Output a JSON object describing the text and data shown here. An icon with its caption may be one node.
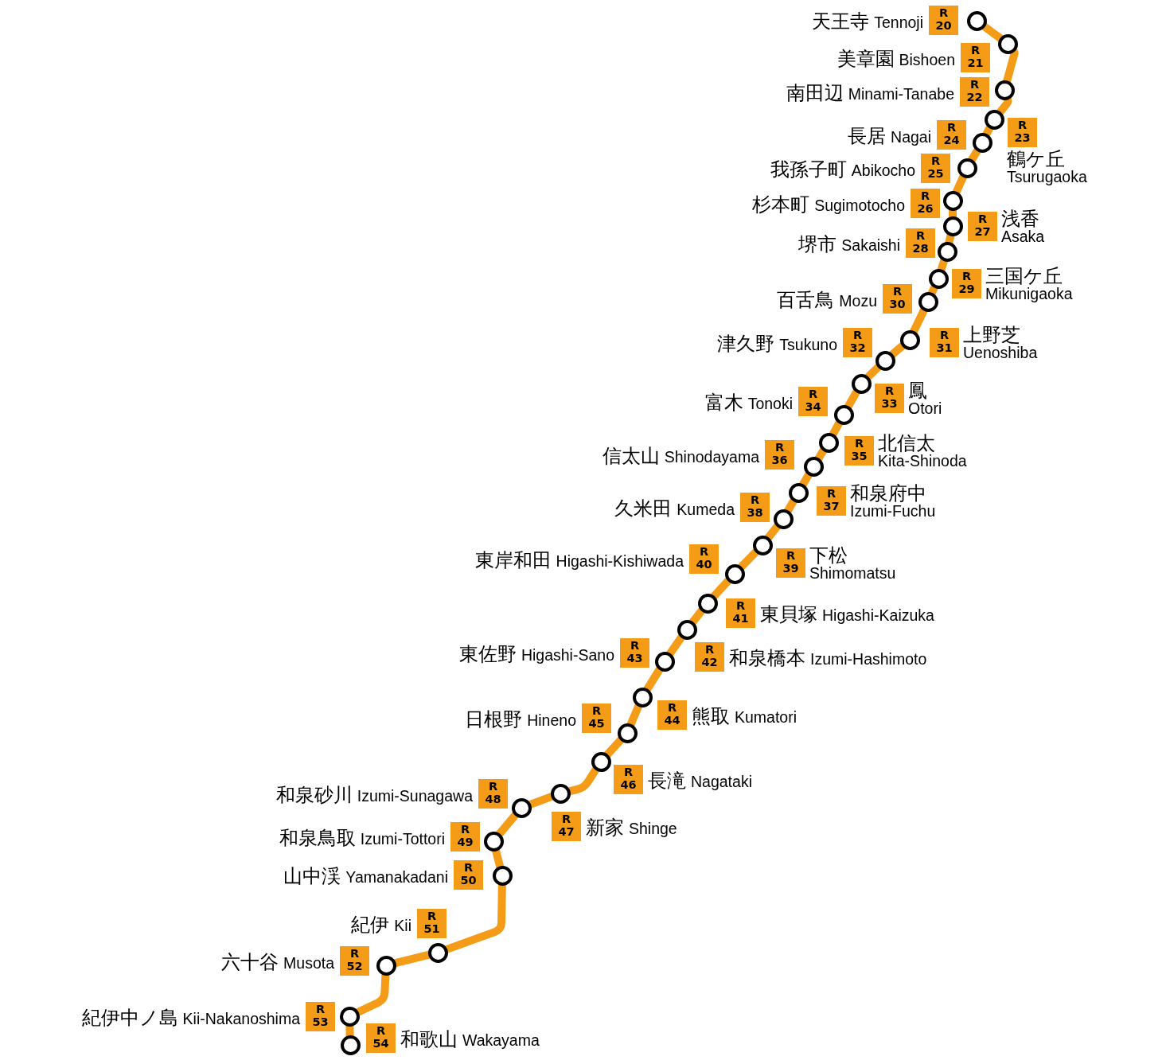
{
  "diagram": {
    "nodes": [
      {
        "text": [],
        "shape": "circle"
      },
      {
        "text": [
          "R 20"
        ],
        "beside": [
          "天王寺",
          "Tennoji"
        ]
      },
      {
        "text": [],
        "shape": "circle"
      },
      {
        "text": [
          "R 21"
        ],
        "beside": [
          "美章園",
          "Bishoen"
        ]
      },
      {
        "text": [],
        "shape": "circle"
      },
      {
        "text": [
          "R 22"
        ],
        "beside": [
          "南田辺",
          "Minami-Tanabe"
        ]
      },
      {
        "text": [],
        "shape": "circle"
      },
      {
        "text": [
          "R 23"
        ],
        "beside": [
          "鶴ケ丘",
          "Tsurugaoka"
        ]
      },
      {
        "text": [],
        "shape": "circle"
      },
      {
        "text": [
          "R 24"
        ],
        "beside": [
          "長居",
          "Nagai"
        ]
      },
      {
        "text": [],
        "shape": "circle"
      },
      {
        "text": [
          "R 25"
        ],
        "beside": [
          "我孫子町",
          "Abikocho"
        ]
      },
      {
        "text": [],
        "shape": "circle"
      },
      {
        "text": [
          "R 26"
        ],
        "beside": [
          "杉本町",
          "Sugimotocho"
        ]
      },
      {
        "text": [],
        "shape": "circle"
      },
      {
        "text": [
          "R 27"
        ],
        "beside": [
          "浅香",
          "Asaka"
        ]
      },
      {
        "text": [],
        "shape": "circle"
      },
      {
        "text": [
          "R 28"
        ],
        "beside": [
          "堺市",
          "Sakaishi"
        ]
      },
      {
        "text": [],
        "shape": "circle"
      },
      {
        "text": [
          "R 29"
        ],
        "beside": [
          "三国ケ丘",
          "Mikunigaoka"
        ]
      },
      {
        "text": [],
        "shape": "circle"
      },
      {
        "text": [
          "R 30"
        ],
        "beside": [
          "百舌鳥",
          "Mozu"
        ]
      },
      {
        "text": [],
        "shape": "circle"
      },
      {
        "text": [
          "R 31"
        ],
        "beside": [
          "上野芝",
          "Uenoshiba"
        ]
      },
      {
        "text": [],
        "shape": "circle"
      },
      {
        "text": [
          "R 32"
        ],
        "beside": [
          "津久野",
          "Tsukuno"
        ]
      },
      {
        "text": [],
        "shape": "circle"
      },
      {
        "text": [
          "R 33"
        ],
        "beside": [
          "鳳",
          "Otori"
        ]
      },
      {
        "text": [],
        "shape": "circle"
      },
      {
        "text": [
          "R 34"
        ],
        "beside": [
          "富木",
          "Tonoki"
        ]
      },
      {
        "text": [],
        "shape": "circle"
      },
      {
        "text": [
          "R 35"
        ],
        "beside": [
          "北信太",
          "Kita-Shinoda"
        ]
      },
      {
        "text": [],
        "shape": "circle"
      },
      {
        "text": [
          "R 36"
        ],
        "beside": [
          "信太山",
          "Shinodayama"
        ]
      },
      {
        "text": [],
        "shape": "circle"
      },
      {
        "text": [
          "R 37"
        ],
        "beside": [
          "和泉府中",
          "Izumi-Fuchu"
        ]
      },
      {
        "text": [],
        "shape": "circle"
      },
      {
        "text": [
          "R 38"
        ],
        "beside": [
          "久米田",
          "Kumeda"
        ]
      },
      {
        "text": [],
        "shape": "circle"
      },
      {
        "text": [
          "R 39"
        ],
        "beside": [
          "下松",
          "Shimomatsu"
        ]
      },
      {
        "text": [],
        "shape": "circle"
      },
      {
        "text": [
          "R 40"
        ],
        "beside": [
          "東岸和田",
          "Higashi-Kishiwada"
        ]
      },
      {
        "text": [],
        "shape": "circle"
      },
      {
        "text": [
          "R 41"
        ],
        "beside": [
          "東貝塚",
          "Higashi-Kaizuka"
        ]
      },
      {
        "text": [],
        "shape": "circle"
      },
      {
        "text": [
          "R 42"
        ],
        "beside": [
          "和泉橋本",
          "Izumi-Hashimoto"
        ]
      },
      {
        "text": [],
        "shape": "circle"
      },
      {
        "text": [
          "R 43"
        ],
        "beside": [
          "東佐野",
          "Higashi-Sano"
        ]
      },
      {
        "text": [],
        "shape": "circle"
      },
      {
        "text": [
          "R 44"
        ],
        "beside": [
          "熊取",
          "Kumatori"
        ]
      },
      {
        "text": [],
        "shape": "circle"
      },
      {
        "text": [
          "R 45"
        ],
        "beside": [
          "日根野",
          "Hineno"
        ]
      },
      {
        "text": [],
        "shape": "circle"
      },
      {
        "text": [
          "R 46"
        ],
        "beside": [
          "長滝",
          "Nagataki"
        ]
      },
      {
        "text": [],
        "shape": "circle"
      },
      {
        "text": [
          "R 47"
        ],
        "beside": [
          "新家",
          "Shinge"
        ]
      },
      {
        "text": [],
        "shape": "circle"
      },
      {
        "text": [
          "R 48"
        ],
        "beside": [
          "和泉砂川",
          "Izumi-Sunagawa"
        ]
      },
      {
        "text": [],
        "shape": "circle"
      },
      {
        "text": [
          "R 49"
        ],
        "beside": [
          "和泉鳥取",
          "Izumi-Tottori"
        ]
      },
      {
        "text": [],
        "shape": "circle"
      },
      {
        "text": [
          "R 50"
        ],
        "beside": [
          "山中渓",
          "Yamanakadani"
        ]
      },
      {
        "text": [],
        "shape": "circle"
      },
      {
        "text": [
          "R 51"
        ],
        "beside": [
          "紀伊",
          "Kii"
        ]
      },
      {
        "text": [],
        "shape": "circle"
      },
      {
        "text": [
          "R 52"
        ],
        "beside": [
          "六十谷",
          "Musota"
        ]
      },
      {
        "text": [],
        "shape": "circle"
      },
      {
        "text": [
          "R 53"
        ],
        "beside": [
          "紀伊中ノ島",
          "Kii-Nakanoshima"
        ]
      },
      {
        "text": [],
        "shape": "circle"
      },
      {
        "text": [
          "R 54"
        ],
        "beside": [
          "和歌山",
          "Wakayama"
        ]
      }
    ],
    "edges": [
      {
        "from": 0,
        "to": 2,
        "arrow": "none"
      },
      {
        "from": 2,
        "to": 4,
        "arrow": "none"
      },
      {
        "from": 4,
        "to": 6,
        "arrow": "none"
      },
      {
        "from": 6,
        "to": 8,
        "arrow": "none"
      },
      {
        "from": 8,
        "to": 10,
        "arrow": "none"
      },
      {
        "from": 10,
        "to": 12,
        "arrow": "none"
      },
      {
        "from": 12,
        "to": 14,
        "arrow": "none"
      },
      {
        "from": 14,
        "to": 16,
        "arrow": "none"
      },
      {
        "from": 16,
        "to": 18,
        "arrow": "none"
      },
      {
        "from": 18,
        "to": 20,
        "arrow": "none"
      },
      {
        "from": 20,
        "to": 22,
        "arrow": "none"
      },
      {
        "from": 22,
        "to": 24,
        "arrow": "none"
      },
      {
        "from": 24,
        "to": 26,
        "arrow": "none"
      },
      {
        "from": 26,
        "to": 28,
        "arrow": "none"
      },
      {
        "from": 28,
        "to": 30,
        "arrow": "none"
      },
      {
        "from": 30,
        "to": 32,
        "arrow": "none"
      },
      {
        "from": 32,
        "to": 34,
        "arrow": "none"
      },
      {
        "from": 34,
        "to": 36,
        "arrow": "none"
      },
      {
        "from": 36,
        "to": 38,
        "arrow": "none"
      },
      {
        "from": 38,
        "to": 40,
        "arrow": "none"
      },
      {
        "from": 40,
        "to": 42,
        "arrow": "none"
      },
      {
        "from": 42,
        "to": 44,
        "arrow": "none"
      },
      {
        "from": 44,
        "to": 46,
        "arrow": "none"
      },
      {
        "from": 46,
        "to": 48,
        "arrow": "none"
      },
      {
        "from": 48,
        "to": 50,
        "arrow": "none"
      },
      {
        "from": 50,
        "to": 52,
        "arrow": "none"
      },
      {
        "from": 52,
        "to": 54,
        "arrow": "none"
      },
      {
        "from": 54,
        "to": 56,
        "arrow": "none"
      },
      {
        "from": 56,
        "to": 58,
        "arrow": "none"
      },
      {
        "from": 58,
        "to": 60,
        "arrow": "none"
      },
      {
        "from": 60,
        "to": 62,
        "arrow": "none"
      },
      {
        "from": 62,
        "to": 64,
        "arrow": "none"
      },
      {
        "from": 64,
        "to": 66,
        "arrow": "none"
      },
      {
        "from": 66,
        "to": 68,
        "arrow": "none"
      }
    ]
  }
}
